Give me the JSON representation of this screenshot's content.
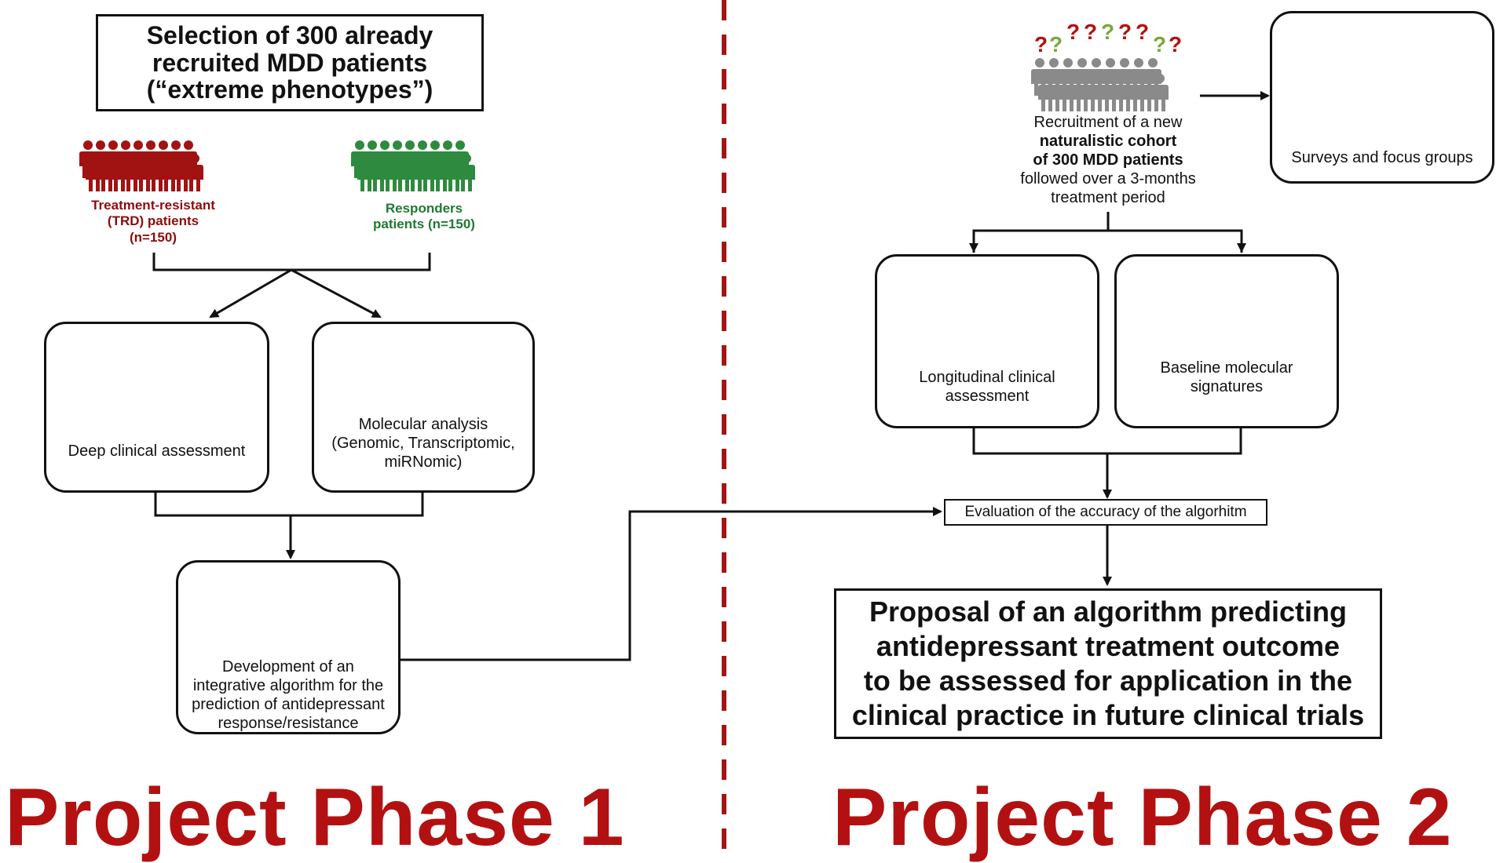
{
  "phase1": {
    "selection_box": [
      "Selection of 300 already",
      "recruited MDD patients",
      "(“extreme phenotypes”)"
    ],
    "trd_label": [
      "Treatment-resistant",
      "(TRD) patients",
      "(n=150)"
    ],
    "responders_label": [
      "Responders",
      "patients (n=150)"
    ],
    "clinical_box": "Deep clinical assessment",
    "molecular_box": [
      "Molecular analysis",
      "(Genomic, Transcriptomic,",
      "miRNomic)"
    ],
    "algorithm_box": [
      "Development of an",
      "integrative algorithm for the",
      "prediction of antidepressant",
      "response/resistance"
    ],
    "title": "Project Phase 1"
  },
  "phase2": {
    "recruitment_text": {
      "line1": "Recruitment of a new",
      "line2": "naturalistic cohort",
      "line3": "of 300 MDD patients",
      "line4": "followed over a 3-months",
      "line5": "treatment period"
    },
    "surveys_box": "Surveys and focus groups",
    "clinical_box": [
      "Longitudinal clinical",
      "assessment"
    ],
    "molecular_box": [
      "Baseline molecular",
      "signatures"
    ],
    "evaluation_box": "Evaluation of the accuracy of the algorhitm",
    "proposal_box": [
      "Proposal of an algorithm predicting",
      "antidepressant treatment outcome",
      "to be assessed for application in the",
      "clinical practice in future clinical trials"
    ],
    "title": "Project Phase 2"
  },
  "colors": {
    "trd_red": "#8b0d0d",
    "responder_green": "#1f7a32",
    "phase_title_red": "#b31111",
    "divider_red": "#a31515",
    "cohort_gray": "#8a8a8a"
  },
  "icons": [
    "people-red-icon",
    "people-green-icon",
    "doctors-icon",
    "clipboard-icon",
    "test-tube-icon",
    "dna-icon",
    "computer-icon",
    "people-gray-icon",
    "question-mark-icon",
    "meeting-table-icon"
  ]
}
